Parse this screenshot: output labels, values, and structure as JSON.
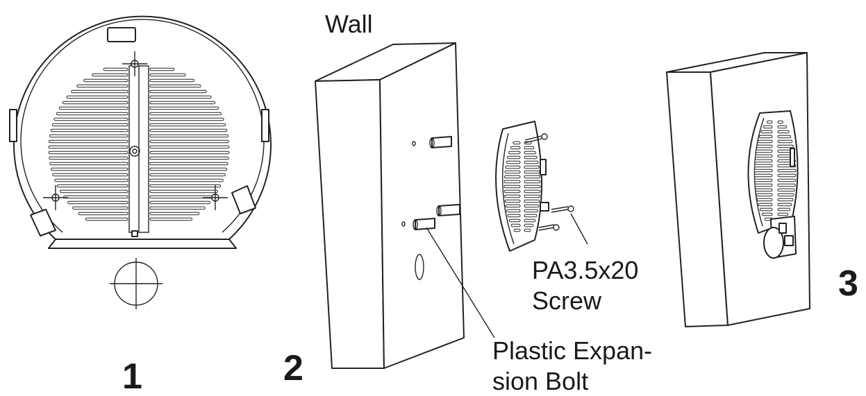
{
  "labels": {
    "wall": "Wall",
    "screw": [
      "PA3.5x20",
      "Screw"
    ],
    "bolt": [
      "Plastic Expan-",
      "sion Bolt"
    ]
  },
  "steps": [
    "1",
    "2",
    "3"
  ],
  "icons": {
    "plate": "mounting-plate-icon",
    "wall": "wall-block-icon",
    "mounted": "mounted-device-icon"
  }
}
